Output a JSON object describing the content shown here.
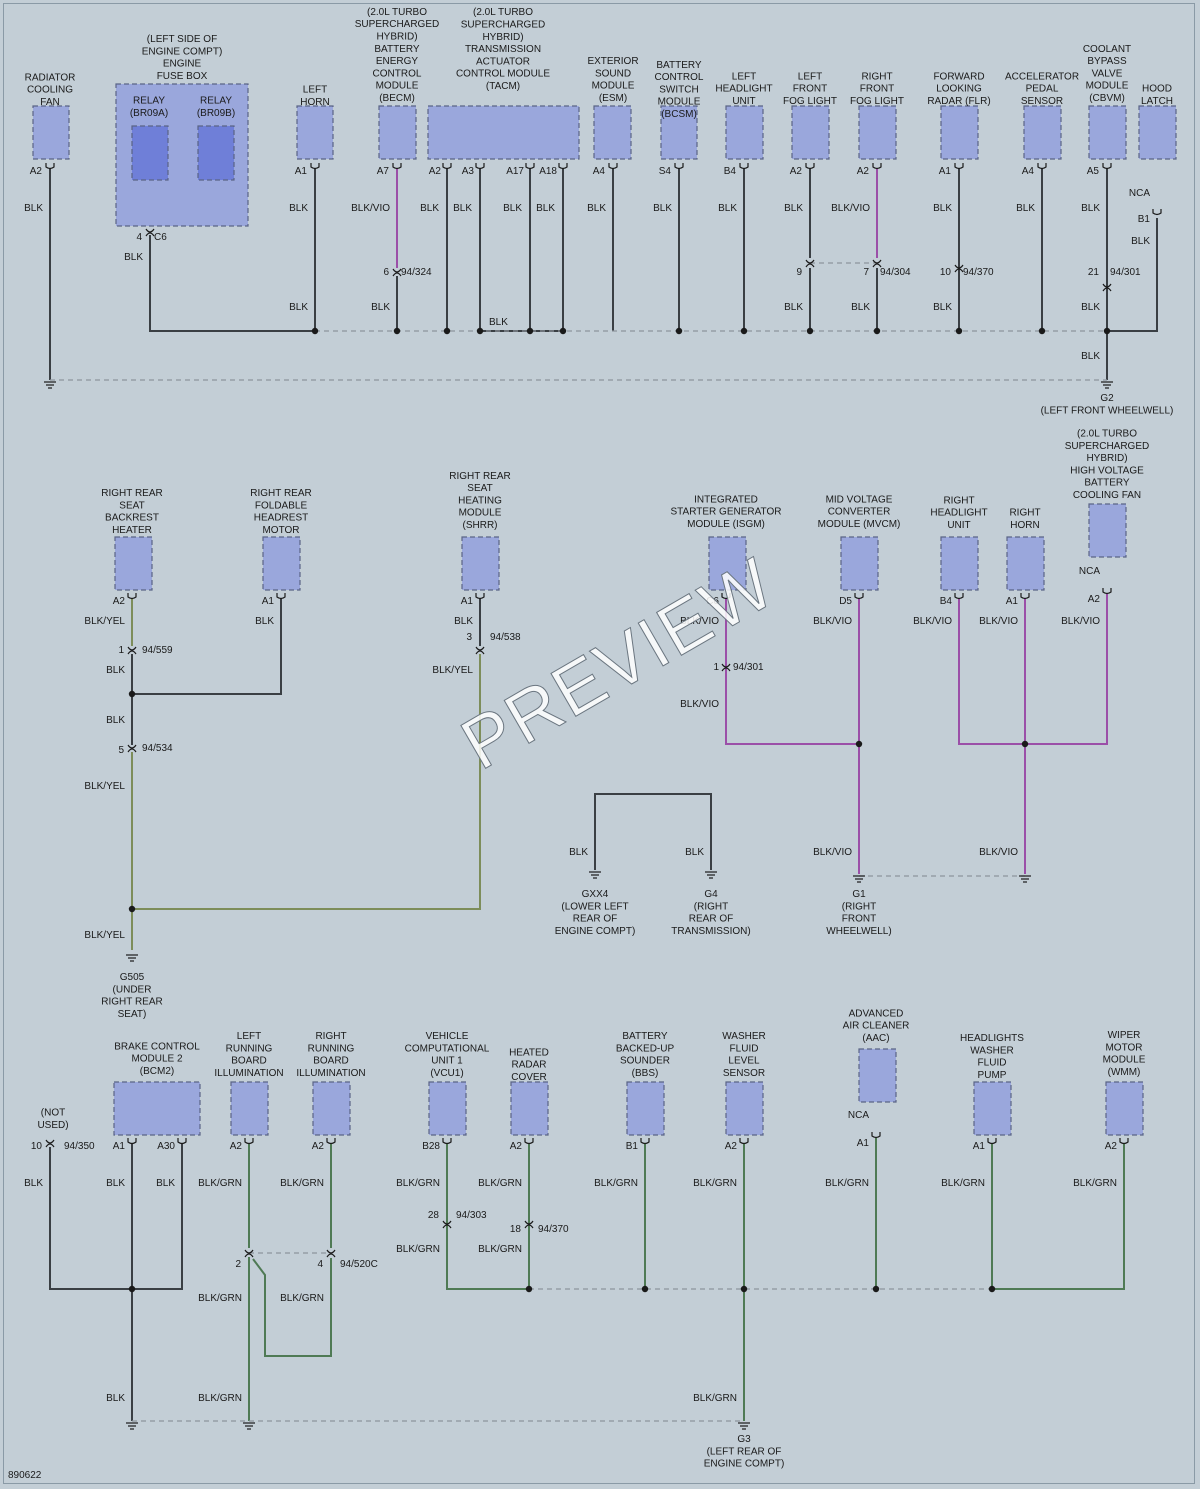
{
  "drawing_number": "890622",
  "watermark": "PREVIEW",
  "colors": {
    "background": "#c3ced6",
    "component_fill": "#9aa7dc",
    "relay_fill": "#6f7fd8",
    "fusebox_fill": "#9aa7dc",
    "wire_blk": "#3a3f44",
    "wire_blk_vio": "#9b4fa8",
    "wire_blk_yel": "#7d8d5a",
    "wire_blk_grn": "#4f7a55",
    "dash_line": "#8d959c"
  },
  "components": {
    "radiator_cooling_fan": {
      "name": "RADIATOR\nCOOLING\nFAN",
      "pin": "A2"
    },
    "engine_fuse_box": {
      "name": "(LEFT SIDE OF\nENGINE COMPT)\nENGINE\nFUSE BOX",
      "relay1": "RELAY\n(BR09A)",
      "relay2": "RELAY\n(BR09B)",
      "connector_pin": "4",
      "connector": "C6"
    },
    "left_horn": {
      "name": "LEFT\nHORN",
      "pin": "A1"
    },
    "becm": {
      "name": "(2.0L TURBO\nSUPERCHARGED\nHYBRID)\nBATTERY\nENERGY\nCONTROL\nMODULE\n(BECM)",
      "pin": "A7",
      "connector_pin": "6",
      "connector": "94/324"
    },
    "tacm": {
      "name": "(2.0L TURBO\nSUPERCHARGED\nHYBRID)\nTRANSMISSION\nACTUATOR\nCONTROL MODULE\n(TACM)",
      "pins": [
        "A2",
        "A3",
        "A17",
        "A18"
      ]
    },
    "esm": {
      "name": "EXTERIOR\nSOUND\nMODULE\n(ESM)",
      "pin": "A4"
    },
    "bcsm": {
      "name": "BATTERY\nCONTROL\nSWITCH\nMODULE\n(BCSM)",
      "pin": "S4"
    },
    "left_headlight_unit": {
      "name": "LEFT\nHEADLIGHT\nUNIT",
      "pin": "B4"
    },
    "left_front_fog_light": {
      "name": "LEFT\nFRONT\nFOG LIGHT",
      "pin": "A2",
      "connector_pin": "9"
    },
    "right_front_fog_light": {
      "name": "RIGHT\nFRONT\nFOG LIGHT",
      "pin": "A2",
      "connector_pin": "7",
      "connector": "94/304"
    },
    "flr": {
      "name": "FORWARD\nLOOKING\nRADAR (FLR)",
      "pin": "A1",
      "connector_pin": "10",
      "connector": "94/370"
    },
    "accelerator_pedal_sensor": {
      "name": "ACCELERATOR\nPEDAL\nSENSOR",
      "pin": "A4"
    },
    "cbvm": {
      "name": "COOLANT\nBYPASS\nVALVE\nMODULE\n(CBVM)",
      "pin": "A5",
      "connector_pin": "21",
      "connector": "94/301"
    },
    "hood_latch": {
      "name": "HOOD\nLATCH",
      "nca": "NCA",
      "pin": "B1"
    },
    "rr_seat_backrest_heater": {
      "name": "RIGHT REAR\nSEAT\nBACKREST\nHEATER",
      "pin": "A2",
      "connector_pin": "1",
      "connector": "94/559"
    },
    "rr_foldable_headrest_motor": {
      "name": "RIGHT REAR\nFOLDABLE\nHEADREST\nMOTOR",
      "pin": "A1"
    },
    "shrr": {
      "name": "RIGHT REAR\nSEAT\nHEATING\nMODULE\n(SHRR)",
      "pin": "A1",
      "connector_pin": "3",
      "connector": "94/538"
    },
    "isgm": {
      "name": "INTEGRATED\nSTARTER GENERATOR\nMODULE (ISGM)",
      "pin": "C6",
      "connector_pin": "1",
      "connector": "94/301"
    },
    "mvcm": {
      "name": "MID VOLTAGE\nCONVERTER\nMODULE (MVCM)",
      "pin": "D5"
    },
    "right_headlight_unit": {
      "name": "RIGHT\nHEADLIGHT\nUNIT",
      "pin": "B4"
    },
    "right_horn": {
      "name": "RIGHT\nHORN",
      "pin": "A1"
    },
    "hv_battery_cooling_fan": {
      "name": "(2.0L TURBO\nSUPERCHARGED\nHYBRID)\nHIGH VOLTAGE\nBATTERY\nCOOLING FAN",
      "nca": "NCA",
      "pin": "A2"
    },
    "bcm2": {
      "name": "BRAKE CONTROL\nMODULE 2\n(BCM2)",
      "pins": [
        "A1",
        "A30"
      ]
    },
    "not_used": {
      "name": "(NOT\nUSED)",
      "connector_pin": "10",
      "connector": "94/350"
    },
    "left_running_board": {
      "name": "LEFT\nRUNNING\nBOARD\nILLUMINATION",
      "pin": "A2",
      "connector_pin": "2"
    },
    "right_running_board": {
      "name": "RIGHT\nRUNNING\nBOARD\nILLUMINATION",
      "pin": "A2",
      "connector_pin": "4",
      "connector": "94/520C"
    },
    "vcu1": {
      "name": "VEHICLE\nCOMPUTATIONAL\nUNIT 1\n(VCU1)",
      "pin": "B28",
      "connector_pin": "28",
      "connector": "94/303"
    },
    "heated_radar_cover": {
      "name": "HEATED\nRADAR\nCOVER",
      "pin": "A2",
      "connector_pin": "18",
      "connector": "94/370"
    },
    "bbs": {
      "name": "BATTERY\nBACKED-UP\nSOUNDER\n(BBS)",
      "pin": "B1"
    },
    "washer_fluid_level_sensor": {
      "name": "WASHER\nFLUID\nLEVEL\nSENSOR",
      "pin": "A2"
    },
    "aac": {
      "name": "ADVANCED\nAIR CLEANER\n(AAC)",
      "nca": "NCA",
      "pin": "A1"
    },
    "headlights_washer_pump": {
      "name": "HEADLIGHTS\nWASHER\nFLUID\nPUMP",
      "pin": "A1"
    },
    "wmm": {
      "name": "WIPER\nMOTOR\nMODULE\n(WMM)",
      "pin": "A2"
    }
  },
  "grounds": {
    "g2": {
      "name": "G2\n(LEFT FRONT WHEELWELL)"
    },
    "gxx4": {
      "name": "GXX4\n(LOWER LEFT\nREAR OF\nENGINE COMPT)"
    },
    "g4": {
      "name": "G4\n(RIGHT\nREAR OF\nTRANSMISSION)"
    },
    "g1": {
      "name": "G1\n(RIGHT\nFRONT\nWHEELWELL)"
    },
    "g505": {
      "name": "G505\n(UNDER\nRIGHT REAR\nSEAT)"
    },
    "g3": {
      "name": "G3\n(LEFT REAR OF\nENGINE COMPT)"
    }
  },
  "wire_labels": {
    "blk": "BLK",
    "blk_vio": "BLK/VIO",
    "blk_yel": "BLK/YEL",
    "blk_grn": "BLK/GRN"
  }
}
